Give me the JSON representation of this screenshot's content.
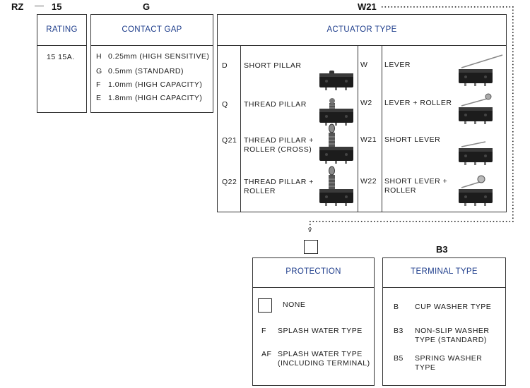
{
  "part_code": {
    "series": "RZ",
    "dash": "—",
    "rating": "15",
    "contact_gap": "G",
    "actuator": "W21",
    "terminal": "B3",
    "protection_marker": "v"
  },
  "rating": {
    "header": "RATING",
    "value": "15  15A."
  },
  "contact_gap": {
    "header": "CONTACT GAP",
    "rows": [
      {
        "code": "H",
        "desc": "0.25mm (HIGH SENSITIVE)"
      },
      {
        "code": "G",
        "desc": "0.5mm (STANDARD)"
      },
      {
        "code": "F",
        "desc": "1.0mm (HIGH CAPACITY)"
      },
      {
        "code": "E",
        "desc": "1.8mm (HIGH CAPACITY)"
      }
    ]
  },
  "actuator": {
    "header": "ACTUATOR TYPE",
    "left": [
      {
        "code": "D",
        "line1": "SHORT PILLAR",
        "line2": "",
        "icon": "short-pillar-switch-image"
      },
      {
        "code": "Q",
        "line1": "THREAD PILLAR",
        "line2": "",
        "icon": "thread-pillar-switch-image"
      },
      {
        "code": "Q21",
        "line1": "THREAD PILLAR +",
        "line2": "ROLLER (CROSS)",
        "icon": "thread-pillar-roller-cross-switch-image"
      },
      {
        "code": "Q22",
        "line1": "THREAD PILLAR +",
        "line2": "ROLLER",
        "icon": "thread-pillar-roller-switch-image"
      }
    ],
    "right": [
      {
        "code": "W",
        "line1": "LEVER",
        "line2": "",
        "icon": "lever-switch-image"
      },
      {
        "code": "W2",
        "line1": "LEVER + ROLLER",
        "line2": "",
        "icon": "lever-roller-switch-image"
      },
      {
        "code": "W21",
        "line1": "SHORT LEVER",
        "line2": "",
        "icon": "short-lever-switch-image"
      },
      {
        "code": "W22",
        "line1": "SHORT LEVER +",
        "line2": "ROLLER",
        "icon": "short-lever-roller-switch-image"
      }
    ]
  },
  "protection": {
    "header": "PROTECTION",
    "rows": [
      {
        "code": "",
        "line1": "NONE",
        "line2": ""
      },
      {
        "code": "F",
        "line1": "SPLASH WATER TYPE",
        "line2": ""
      },
      {
        "code": "AF",
        "line1": "SPLASH WATER TYPE",
        "line2": "(INCLUDING TERMINAL)"
      }
    ]
  },
  "terminal": {
    "header": "TERMINAL TYPE",
    "rows": [
      {
        "code": "B",
        "line1": "CUP WASHER TYPE",
        "line2": ""
      },
      {
        "code": "B3",
        "line1": "NON-SLIP WASHER",
        "line2": "TYPE (STANDARD)"
      },
      {
        "code": "B5",
        "line1": "SPRING  WASHER",
        "line2": "TYPE"
      }
    ]
  },
  "colors": {
    "header_text": "#1f3e8c",
    "border": "#333333",
    "switch_body": "#1c1c1c"
  }
}
